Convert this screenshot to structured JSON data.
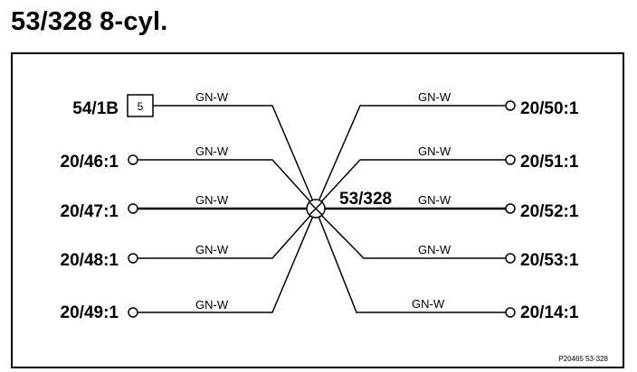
{
  "title": "53/328 8-cyl.",
  "splice": {
    "label": "53/328"
  },
  "connector": {
    "label": "54/1B",
    "pin": "5"
  },
  "left": [
    {
      "label": "54/1B",
      "wire": "GN-W",
      "boxed": true,
      "pin": "5"
    },
    {
      "label": "20/46:1",
      "wire": "GN-W"
    },
    {
      "label": "20/47:1",
      "wire": "GN-W"
    },
    {
      "label": "20/48:1",
      "wire": "GN-W"
    },
    {
      "label": "20/49:1",
      "wire": "GN-W"
    }
  ],
  "right": [
    {
      "label": "20/50:1",
      "wire": "GN-W"
    },
    {
      "label": "20/51:1",
      "wire": "GN-W"
    },
    {
      "label": "20/52:1",
      "wire": "GN-W"
    },
    {
      "label": "20/53:1",
      "wire": "GN-W"
    },
    {
      "label": "20/14:1",
      "wire": "GN-W"
    }
  ],
  "footer": {
    "code": "P20465 53-328"
  }
}
